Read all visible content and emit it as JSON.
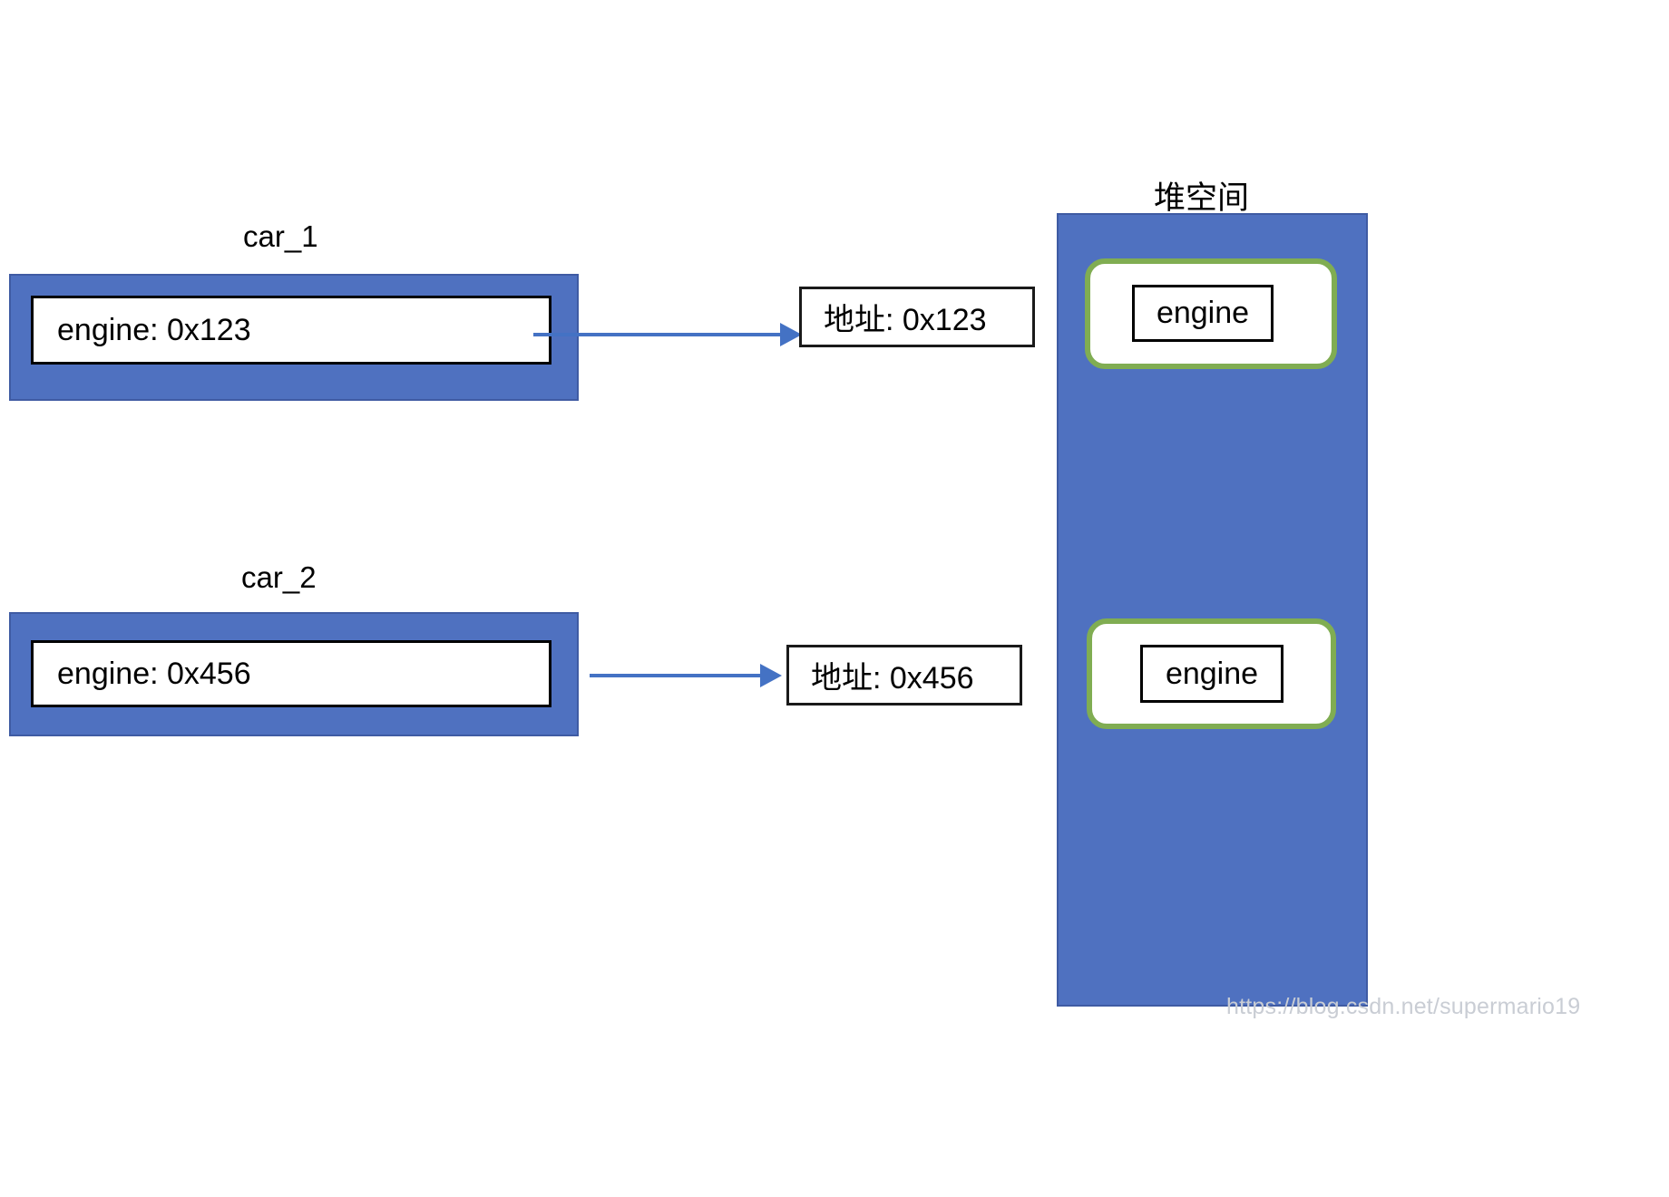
{
  "diagram": {
    "title_heap": "堆空间",
    "objects": [
      {
        "name": "car_1",
        "field_label": "engine: 0x123",
        "address_label": "地址: 0x123",
        "heap_cell_label": "engine"
      },
      {
        "name": "car_2",
        "field_label": "engine: 0x456",
        "address_label": "地址: 0x456",
        "heap_cell_label": "engine"
      }
    ]
  },
  "colors": {
    "object_block": "#4F71C0",
    "heap_column": "#4F71C0",
    "heap_slot_border": "#80AD52",
    "arrow": "#4472C4",
    "box_border": "#000000"
  },
  "watermark": {
    "text": "https://blog.csdn.net/supermario19"
  }
}
